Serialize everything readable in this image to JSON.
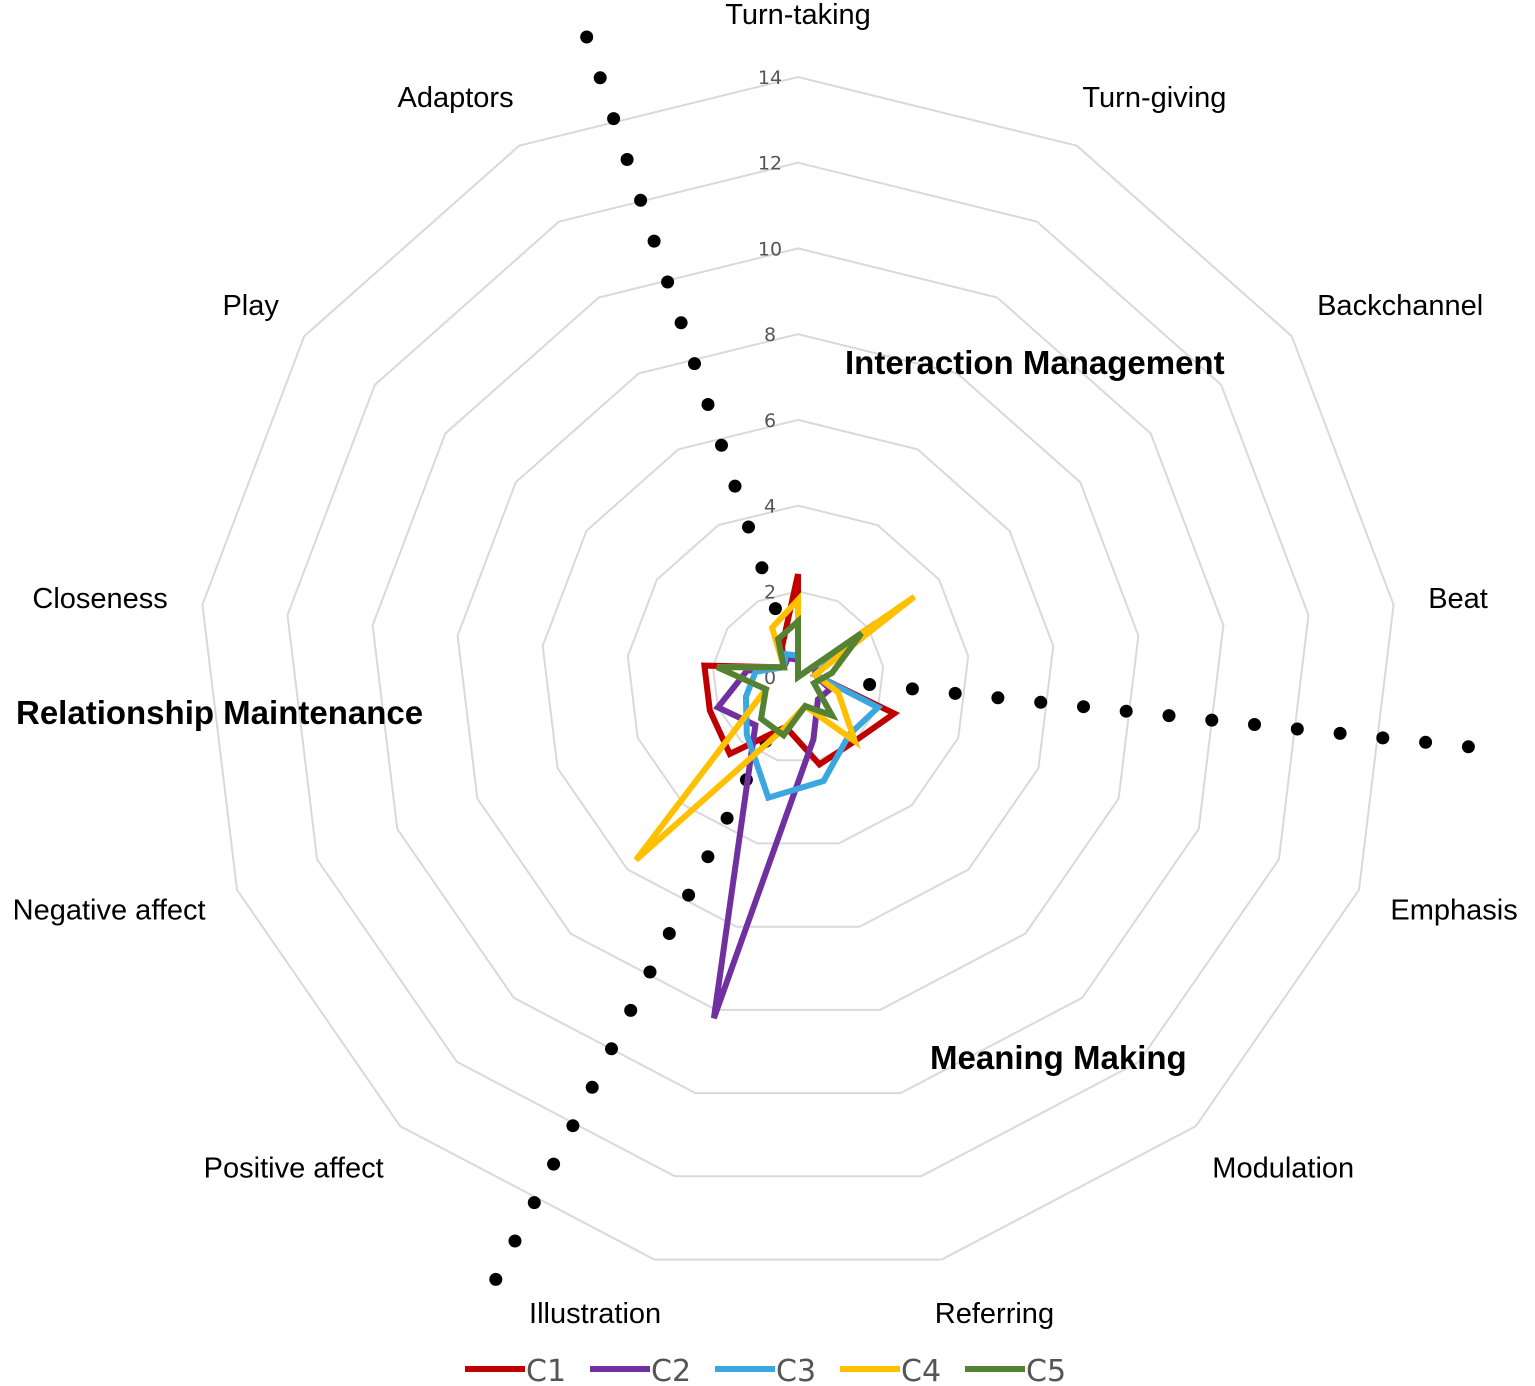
{
  "chart_data": {
    "type": "radar",
    "title": "",
    "axes": [
      "Turn-taking",
      "Turn-giving",
      "Backchannel",
      "Beat",
      "Emphasis",
      "Modulation",
      "Referring",
      "Illustration",
      "Positive affect",
      "Negative affect",
      "Closeness",
      "Play",
      "Adaptors"
    ],
    "r_ticks": [
      "0",
      "2",
      "4",
      "6",
      "8",
      "10",
      "12",
      "14"
    ],
    "r_range": [
      0,
      14
    ],
    "grid": true,
    "legend_position": "bottom",
    "group_labels": [
      "Interaction Management",
      "Meaning Making",
      "Relationship Maintenance"
    ],
    "series": [
      {
        "name": "C1",
        "color": "#C00000",
        "values": [
          2.4,
          0,
          2.2,
          0.4,
          2.4,
          2.0,
          2.1,
          1.2,
          2.4,
          2.2,
          2.2,
          0.4,
          0.8
        ]
      },
      {
        "name": "C2",
        "color": "#7030A0",
        "values": [
          0.4,
          0,
          0.5,
          0.4,
          0.8,
          0.7,
          1.5,
          8.2,
          1.5,
          2.0,
          1.2,
          0.4,
          0.5
        ]
      },
      {
        "name": "C3",
        "color": "#3BA7E0",
        "values": [
          0.5,
          0,
          1.7,
          0.4,
          2.0,
          1.8,
          2.5,
          2.9,
          1.8,
          1.3,
          1.0,
          0.4,
          0.6
        ]
      },
      {
        "name": "C4",
        "color": "#FFC000",
        "values": [
          1.8,
          0,
          3.3,
          0.4,
          1.0,
          2.0,
          0.7,
          1.2,
          5.7,
          0.8,
          1.9,
          0.4,
          1.3
        ]
      },
      {
        "name": "C5",
        "color": "#548235",
        "values": [
          1.3,
          0,
          1.8,
          0.8,
          0.4,
          1.2,
          0.7,
          1.4,
          1.3,
          0.8,
          1.9,
          0.4,
          1.0
        ]
      }
    ]
  }
}
